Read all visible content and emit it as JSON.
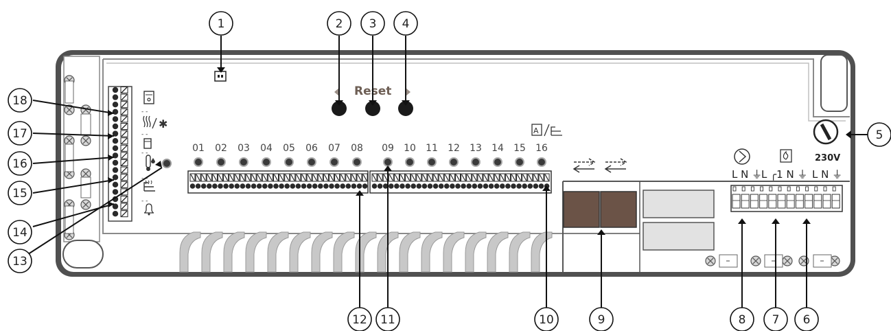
{
  "reset_label": "Reset",
  "voltage_label": "230V",
  "zone_numbers": [
    "01",
    "02",
    "03",
    "04",
    "05",
    "06",
    "07",
    "08",
    "09",
    "10",
    "11",
    "12",
    "13",
    "14",
    "15",
    "16"
  ],
  "terminal_labels": {
    "pump": "L N ⏚",
    "boiler": "L ╭1 N ⏚",
    "mains": "L N ⏚"
  },
  "callouts": [
    "1",
    "2",
    "3",
    "4",
    "5",
    "6",
    "7",
    "8",
    "9",
    "10",
    "11",
    "12",
    "13",
    "14",
    "15",
    "16",
    "17",
    "18"
  ],
  "icons": [
    "connector-icon",
    "arrow-left-icon",
    "arrow-right-icon",
    "thermostat-icon",
    "heat-cool-icon",
    "window-contact-icon",
    "dew-point-icon",
    "floor-heating-icon",
    "alarm-bell-icon",
    "auto-mode-icon",
    "bus-link-icon",
    "pump-icon",
    "flame-icon"
  ],
  "colors": {
    "housing": "#505050",
    "panel": "#ffffff",
    "led": "#3a3a3a",
    "socket": "#6b5347",
    "slot": "#c8c8c8"
  }
}
